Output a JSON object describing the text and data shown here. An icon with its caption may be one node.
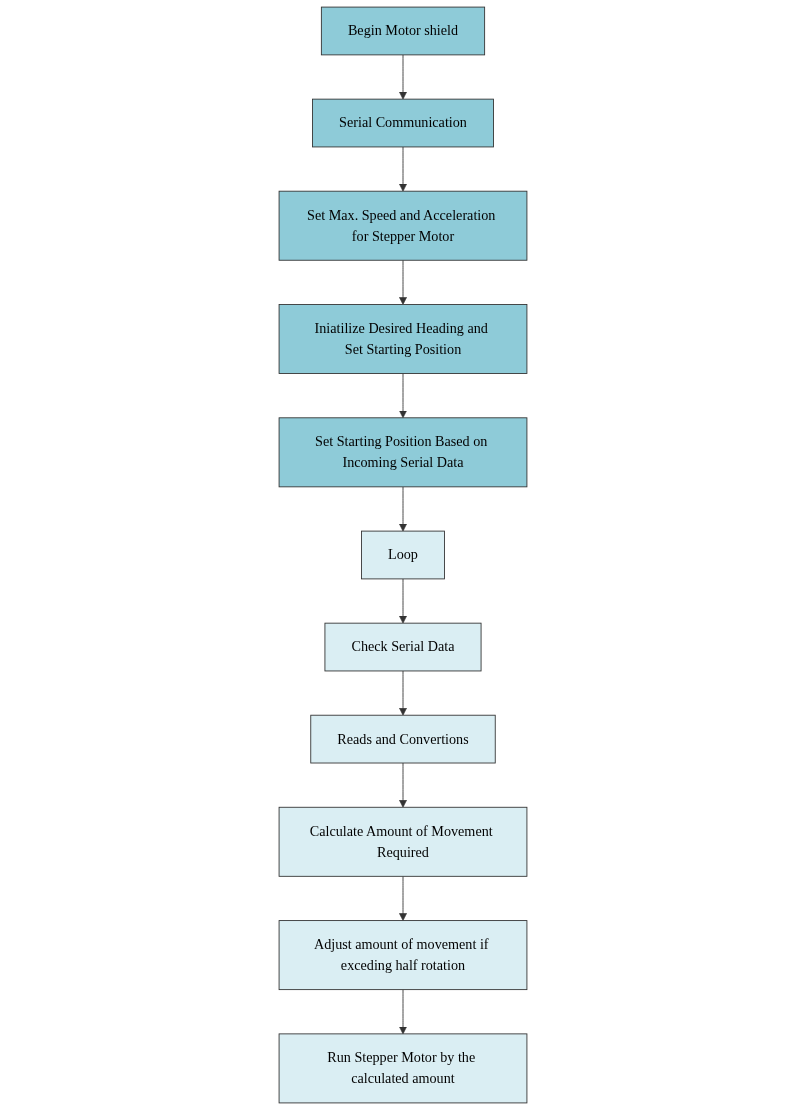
{
  "diagram": {
    "nodes": [
      {
        "text": [
          "Begin Motor shield"
        ]
      },
      {
        "text": [
          "Serial Communication"
        ]
      },
      {
        "text": [
          "Set Max. Speed and Acceleration for Stepper Motor"
        ]
      },
      {
        "text": [
          "Iniatilize Desired Heading and Set Starting Position"
        ]
      },
      {
        "text": [
          "Set Starting Position Based on Incoming Serial Data"
        ]
      },
      {
        "text": [
          "Loop"
        ]
      },
      {
        "text": [
          "Check Serial Data"
        ]
      },
      {
        "text": [
          "Reads and Convertions"
        ]
      },
      {
        "text": [
          "Calculate Amount of Movement Required"
        ]
      },
      {
        "text": [
          "Adjust amount of movement if exceding half rotation"
        ]
      },
      {
        "text": [
          "Run Stepper Motor by the calculated amount"
        ]
      }
    ],
    "edges": [
      {
        "from": 0,
        "to": 1,
        "arrow": "to"
      },
      {
        "from": 1,
        "to": 2,
        "arrow": "to"
      },
      {
        "from": 2,
        "to": 3,
        "arrow": "to"
      },
      {
        "from": 3,
        "to": 4,
        "arrow": "to"
      },
      {
        "from": 4,
        "to": 5,
        "arrow": "to"
      },
      {
        "from": 5,
        "to": 6,
        "arrow": "to"
      },
      {
        "from": 6,
        "to": 7,
        "arrow": "to"
      },
      {
        "from": 7,
        "to": 8,
        "arrow": "to"
      },
      {
        "from": 8,
        "to": 9,
        "arrow": "to"
      },
      {
        "from": 9,
        "to": 10,
        "arrow": "to"
      }
    ]
  }
}
